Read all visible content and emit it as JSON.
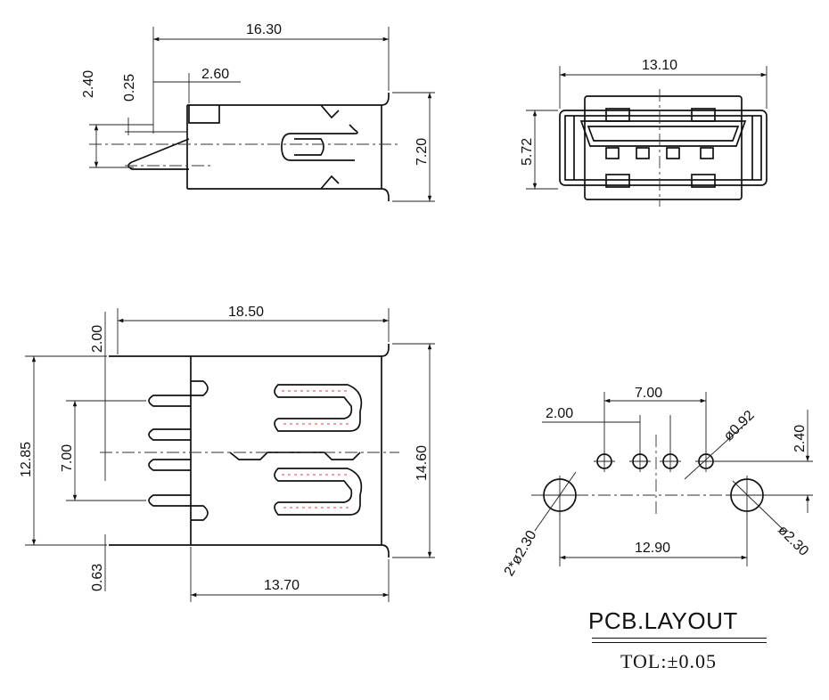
{
  "side_view": {
    "dim_length": "16.30",
    "dim_tab_offset": "2.60",
    "dim_height_total": "2.40",
    "dim_thickness": "0.25",
    "dim_shell_height": "7.20"
  },
  "front_view": {
    "dim_width": "13.10",
    "dim_height": "5.72"
  },
  "top_view": {
    "dim_overall_length": "18.50",
    "dim_pin_offset": "2.00",
    "dim_overall_width": "12.85",
    "dim_pin_span": "7.00",
    "dim_shell_width": "14.60",
    "dim_bottom_offset": "0.63",
    "dim_body_length": "13.70"
  },
  "pcb_layout": {
    "dim_pin_span": "7.00",
    "dim_pin_pitch": "2.00",
    "dim_pin_hole": "ø0.92",
    "dim_row_offset": "2.40",
    "dim_mount_hole_right": "ø2.30",
    "dim_mount_hole_left": "2*ø2.30",
    "dim_mount_span": "12.90"
  },
  "caption": {
    "title": "PCB.LAYOUT",
    "tolerance": "TOL:±0.05"
  }
}
